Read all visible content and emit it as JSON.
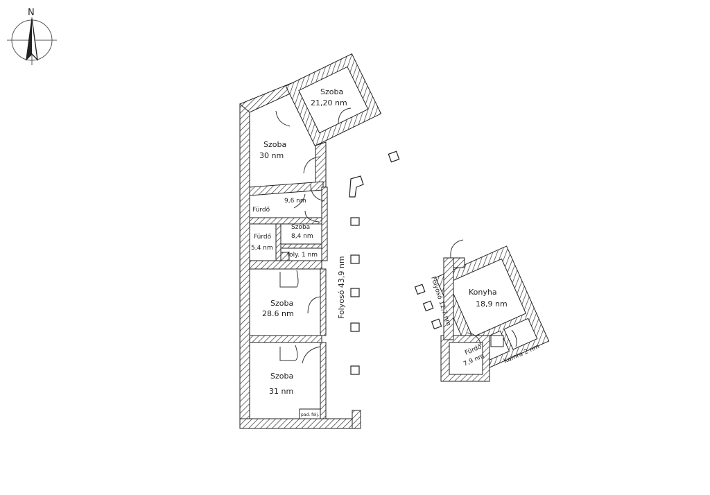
{
  "compass": {
    "north_label": "N"
  },
  "rooms": {
    "szoba_top": {
      "name": "Szoba",
      "area": "21,20 nm"
    },
    "szoba_30": {
      "name": "Szoba",
      "area": "30 nm"
    },
    "furdo_96": {
      "area": "9,6 nm",
      "name": "Fürdő"
    },
    "szoba_84": {
      "name": "Szoba",
      "area": "8,4 nm"
    },
    "furdo_54": {
      "name": "Fürdő",
      "area": "5,4 nm"
    },
    "foly_1": {
      "label": "foly. 1 nm"
    },
    "szoba_286": {
      "name": "Szoba",
      "area": "28.6 nm"
    },
    "szoba_31": {
      "name": "Szoba",
      "area": "31 nm"
    },
    "folyoso_main": {
      "label": "Folyosó   43,9 nm"
    },
    "small_label": {
      "text": "pad. felj."
    },
    "konyha": {
      "name": "Konyha",
      "area": "18,9 nm"
    },
    "folyoso_east": {
      "label": "Folyosó 12,7 nm"
    },
    "furdo_east": {
      "name": "Fürdő",
      "area": "7,9 nm"
    },
    "kamra": {
      "label": "Kamra 2 nm"
    }
  }
}
